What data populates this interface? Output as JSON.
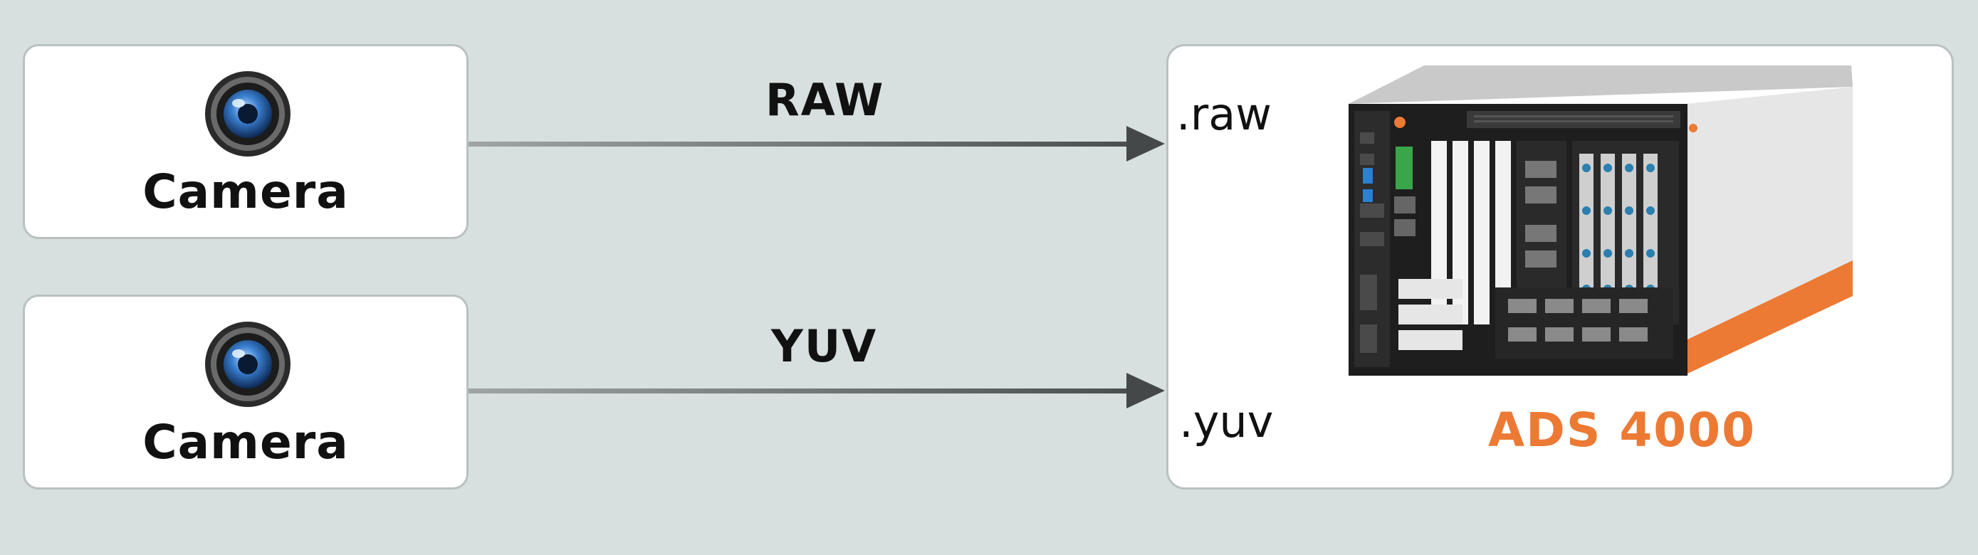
{
  "sources": [
    {
      "label": "Camera",
      "icon": "camera-lens-icon"
    },
    {
      "label": "Camera",
      "icon": "camera-lens-icon"
    }
  ],
  "flows": [
    {
      "label": "RAW",
      "extension": ".raw"
    },
    {
      "label": "YUV",
      "extension": ".yuv"
    }
  ],
  "target": {
    "name": "ADS 4000",
    "brand_color": "#ec7a34",
    "device_icon": "industrial-computer-icon"
  }
}
